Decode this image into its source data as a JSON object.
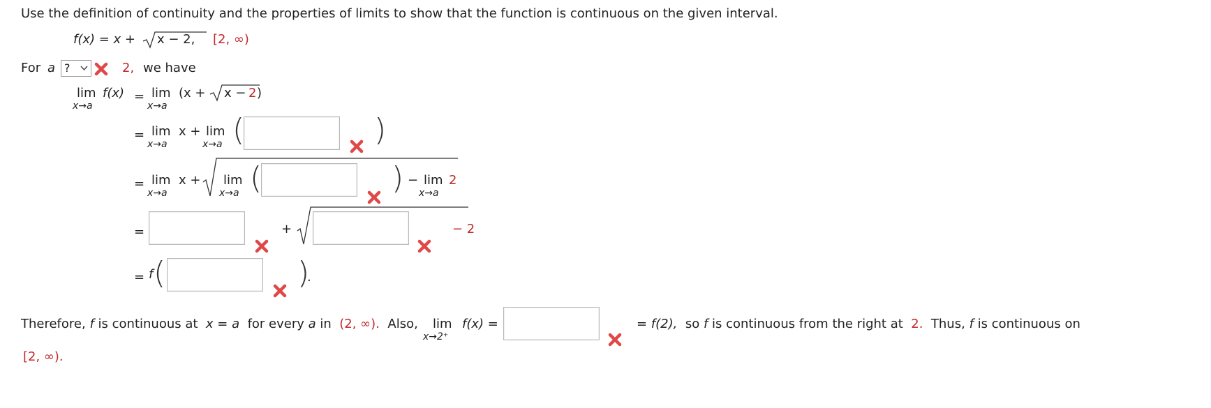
{
  "problem": {
    "instruction": "Use the definition of continuity and the properties of limits to show that the function is continuous on the given interval.",
    "function_lhs": "f(x) = x +",
    "function_radicand": "x − 2,",
    "interval": "[2, ∞)"
  },
  "step_intro": {
    "for_a": "For",
    "a": "a",
    "select_value": "?",
    "two": "2,",
    "we_have": "we have"
  },
  "labels": {
    "lim": "lim",
    "x_to_a": "x→a",
    "x_to_2plus": "x→2⁺",
    "f_of_x": "f(x)",
    "equals": "=",
    "open_paren_x_plus": "(x +",
    "rad_x_minus": "x −",
    "rad_two": "2",
    "close_paren": ")",
    "x_plus": "x +",
    "minus": "−",
    "two": "2",
    "plus": "+",
    "minus_two": "− 2",
    "f_letter": "f",
    "period_paren": ")."
  },
  "conclusion": {
    "therefore": "Therefore,",
    "f": "f",
    "is_continuous_at": "is continuous at",
    "x_eq_a": "x = a",
    "for_every": "for every",
    "a": "a",
    "in": "in",
    "open_interval": "(2, ∞).",
    "also": "Also,",
    "lim_fx": "f(x) =",
    "eq_f2": "= f(2),",
    "so": "so",
    "f2": "f",
    "continuous_from_right": "is continuous from the right at",
    "two": "2.",
    "thus": "Thus,",
    "f3": "f",
    "is_continuous_on": "is continuous on",
    "final_interval": "[2, ∞)."
  },
  "inputs": {
    "step2_box": "",
    "step3_box": "",
    "step4_box1": "",
    "step4_box2": "",
    "step5_box": "",
    "conclusion_box": ""
  },
  "colors": {
    "accent_red": "#c0282a",
    "wrong_mark": "#e04848"
  },
  "icons": {
    "wrong": "x-mark-icon",
    "dropdown": "chevron-down-icon"
  }
}
